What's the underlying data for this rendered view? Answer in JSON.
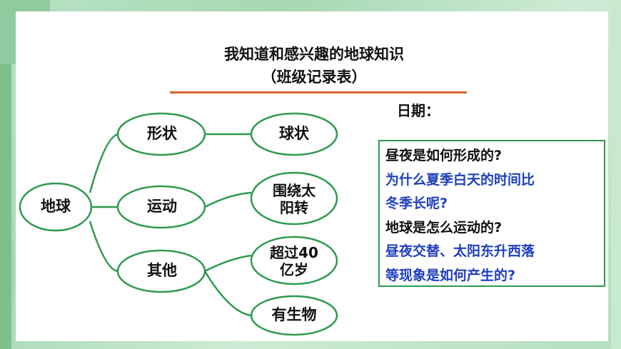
{
  "title": {
    "line1": "我知道和感兴趣的地球知识",
    "line2": "（班级记录表）"
  },
  "date_label": "日期：",
  "mindmap": {
    "root": "地球",
    "branches": {
      "shape": "形状",
      "motion": "运动",
      "other": "其他"
    },
    "leaves": {
      "round": "球状",
      "orbit_line1": "围绕太",
      "orbit_line2": "阳转",
      "age_line1": "超过40",
      "age_line2": "亿岁",
      "life": "有生物"
    }
  },
  "questions": [
    {
      "text": "昼夜是如何形成的?",
      "color": "black"
    },
    {
      "text": "为什么夏季白天的时间比",
      "color": "blue"
    },
    {
      "text": "冬季长呢?",
      "color": "blue"
    },
    {
      "text": "地球是怎么运动的?",
      "color": "black"
    },
    {
      "text": "昼夜交替、太阳东升西落",
      "color": "blue"
    },
    {
      "text": "等现象是如何产生的?",
      "color": "blue"
    }
  ],
  "colors": {
    "node_border": "#2e9a4f",
    "title_rule": "#d9622a",
    "blue_text": "#1f3fbf",
    "frame": "#a6d8b3"
  }
}
